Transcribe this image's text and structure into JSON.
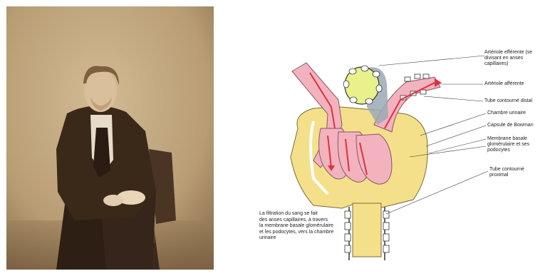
{
  "diagram": {
    "labels": {
      "efferent_arteriole": "Artériole efférente (se divisant en anses capillaires)",
      "afferent_arteriole": "Artériole afférente",
      "distal_tubule": "Tube contourné distal",
      "urinary_chamber": "Chambre urinaire",
      "bowman_capsule": "Capsule de Bowman",
      "basement_membrane": "Membrane basale glomérulaire et ses podocytes",
      "proximal_tubule": "Tube contourné proximal"
    },
    "caption_lines": [
      "La filtration du sang se fait",
      "des anses capillaires, à travers",
      "la membrane basale glomérulaire",
      "et les podocytes, vers la chambre",
      "urinaire"
    ]
  },
  "colors": {
    "photo_background": "#b79b73",
    "capsule_yellow": "#f4e08a",
    "capillary_pink": "#f2b3bf",
    "arrow_red": "#e0303e",
    "tubule_gray": "#9aa9b4"
  }
}
